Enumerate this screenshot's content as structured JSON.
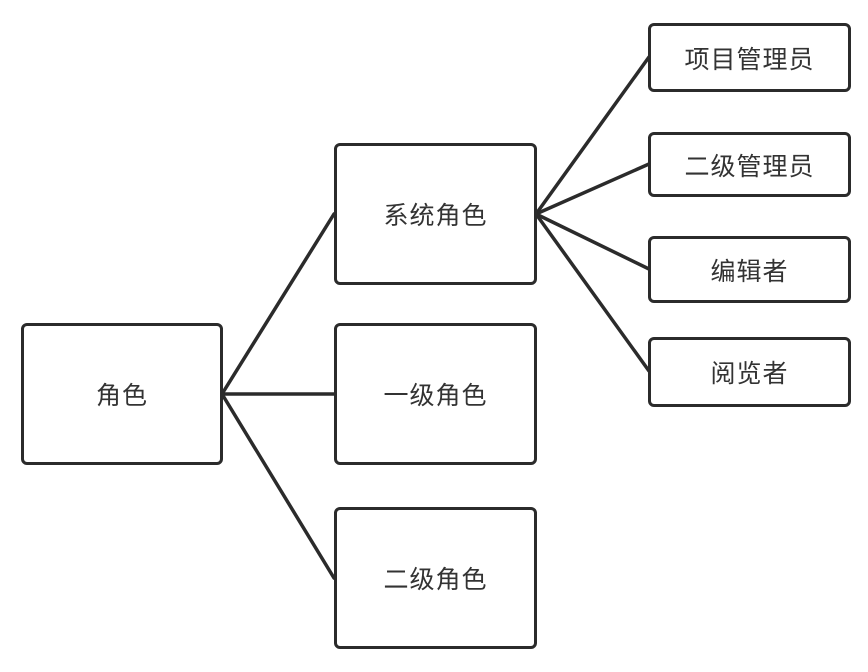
{
  "diagram": {
    "root": {
      "label": "角色"
    },
    "level1": [
      {
        "label": "系统角色"
      },
      {
        "label": "一级角色"
      },
      {
        "label": "二级角色"
      }
    ],
    "level2": [
      {
        "label": "项目管理员"
      },
      {
        "label": "二级管理员"
      },
      {
        "label": "编辑者"
      },
      {
        "label": "阅览者"
      }
    ],
    "colors": {
      "stroke": "#2b2b2b",
      "text": "#333333",
      "background": "#ffffff"
    }
  }
}
